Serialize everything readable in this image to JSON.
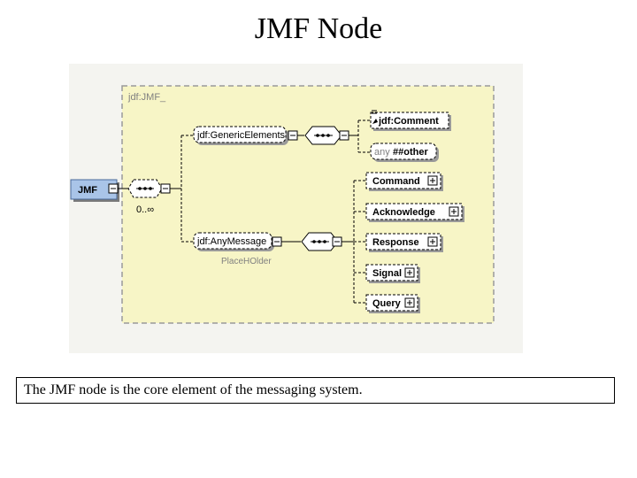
{
  "title": "JMF Node",
  "caption": "The JMF node is the core element of the messaging system.",
  "diagram": {
    "group_label": "jdf:JMF_",
    "root": "JMF",
    "root_cardinality": "0..∞",
    "generic_elements": "jdf:GenericElements",
    "comment": "jdf:Comment",
    "other_prefix": "any",
    "other": "##other",
    "any_message": "jdf:AnyMessage",
    "any_message_note": "PlaceHOlder",
    "messages": [
      "Command",
      "Acknowledge",
      "Response",
      "Signal",
      "Query"
    ]
  },
  "colors": {
    "group_fill": "#f7f5c6",
    "root_fill": "#a9c4e8",
    "node_fill": "#ffffff"
  }
}
